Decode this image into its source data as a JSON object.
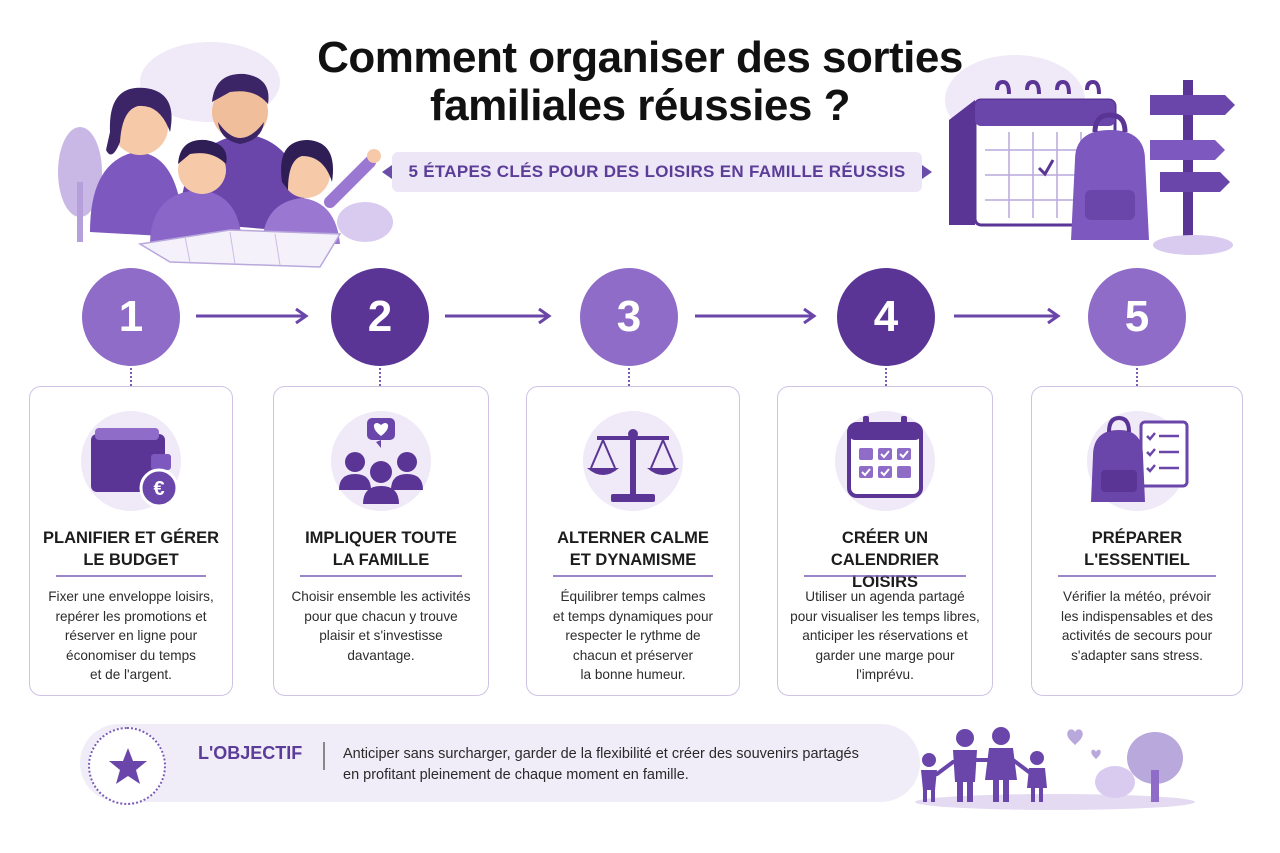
{
  "header": {
    "title_line1": "Comment organiser des sorties",
    "title_line2": "familiales réussies ?",
    "subtitle": "5 ÉTAPES CLÉS POUR DES LOISIRS EN FAMILLE RÉUSSIS"
  },
  "colors": {
    "primary": "#5a3596",
    "light_primary": "#8e6cc8",
    "soft_background": "#efe9f8",
    "card_border": "#cfc3e5"
  },
  "steps": [
    {
      "number": "1",
      "icon": "wallet-euro-icon",
      "title_line1": "PLANIFIER ET GÉRER",
      "title_line2": "LE BUDGET",
      "text_lines": [
        "Fixer une enveloppe loisirs,",
        "repérer les promotions et",
        "réserver en ligne pour",
        "économiser du temps",
        "et de l'argent."
      ]
    },
    {
      "number": "2",
      "icon": "family-heart-icon",
      "title_line1": "IMPLIQUER TOUTE",
      "title_line2": "LA FAMILLE",
      "text_lines": [
        "Choisir ensemble les activités",
        "pour que chacun y trouve",
        "plaisir et s'investisse",
        "davantage."
      ]
    },
    {
      "number": "3",
      "icon": "balance-scale-icon",
      "title_line1": "ALTERNER CALME",
      "title_line2": "ET DYNAMISME",
      "text_lines": [
        "Équilibrer temps calmes",
        "et temps dynamiques pour",
        "respecter le rythme de",
        "chacun et préserver",
        "la bonne humeur."
      ]
    },
    {
      "number": "4",
      "icon": "calendar-check-icon",
      "title_line1": "CRÉER UN CALENDRIER",
      "title_line2": "LOISIRS",
      "text_lines": [
        "Utiliser un agenda partagé",
        "pour visualiser les temps libres,",
        "anticiper les réservations et",
        "garder une marge pour",
        "l'imprévu."
      ]
    },
    {
      "number": "5",
      "icon": "backpack-checklist-icon",
      "title_line1": "PRÉPARER",
      "title_line2": "L'ESSENTIEL",
      "text_lines": [
        "Vérifier la météo, prévoir",
        "les indispensables et des",
        "activités de secours pour",
        "s'adapter sans stress."
      ]
    }
  ],
  "objective": {
    "label": "L'OBJECTIF",
    "text_line1": "Anticiper sans surcharger, garder de la flexibilité et créer des souvenirs partagés",
    "text_line2": "en profitant pleinement de chaque moment en famille."
  }
}
